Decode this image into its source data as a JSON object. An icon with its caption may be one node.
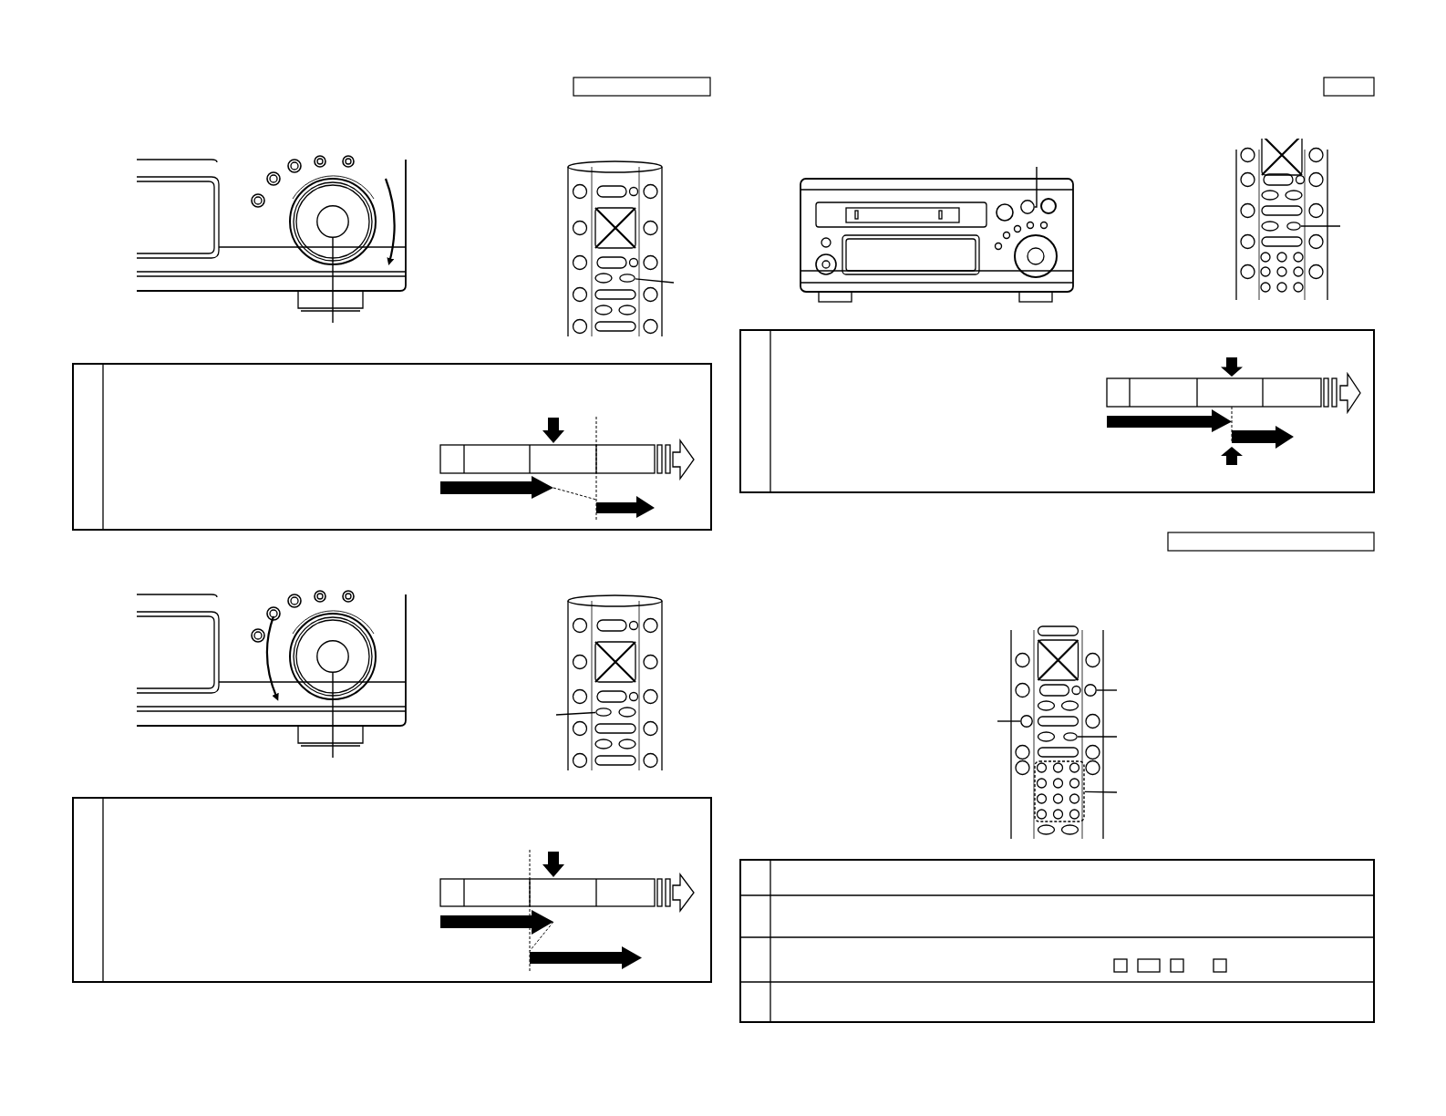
{
  "diagram": {
    "nodes": [
      {
        "text": [],
        "shape": "circle"
      },
      {
        "text": [],
        "shape": "oval"
      },
      {
        "text": [],
        "shape": "circle"
      },
      {
        "text": [],
        "shape": "oval"
      },
      {
        "text": [],
        "shape": "circle"
      },
      {
        "text": [],
        "shape": "oval"
      },
      {
        "text": [],
        "shape": "circle"
      },
      {
        "text": [],
        "shape": "circle"
      },
      {
        "text": [],
        "shape": "oval"
      },
      {
        "text": [],
        "shape": "box"
      }
    ],
    "edges": [
      {
        "from": null,
        "to": 0,
        "arrow": "none"
      },
      {
        "from": null,
        "to": 1,
        "arrow": "none"
      },
      {
        "from": null,
        "to": 2,
        "arrow": "none"
      },
      {
        "from": null,
        "to": 3,
        "arrow": "none"
      },
      {
        "from": null,
        "to": 4,
        "arrow": "none"
      },
      {
        "from": null,
        "to": 5,
        "arrow": "none"
      },
      {
        "from": null,
        "to": 6,
        "arrow": "none"
      },
      {
        "from": null,
        "to": 7,
        "arrow": "none"
      },
      {
        "from": null,
        "to": 8,
        "arrow": "none"
      },
      {
        "from": null,
        "to": 9,
        "arrow": "none"
      }
    ]
  }
}
